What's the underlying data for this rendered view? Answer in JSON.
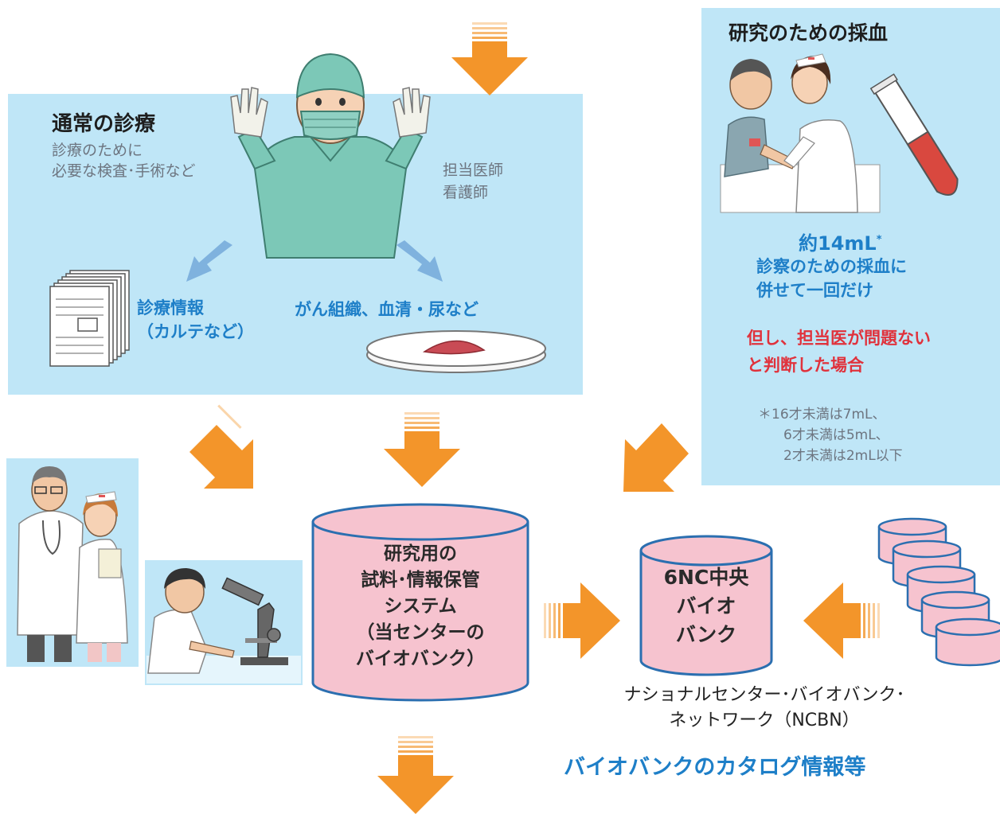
{
  "routine_care": {
    "title": "通常の診療",
    "desc": [
      "診療のために",
      "必要な検査･手術など"
    ],
    "staff": [
      "担当医師",
      "看護師"
    ],
    "medical_info": [
      "診療情報",
      "（カルテなど）"
    ],
    "specimens": "がん組織、血清・尿など"
  },
  "blood_draw": {
    "title": "研究のための採血",
    "amount": "約14mL",
    "amount_mark": "*",
    "timing": [
      "診察のための採血に",
      "併せて一回だけ"
    ],
    "condition": [
      "但し、担当医が問題ない",
      "と判断した場合"
    ],
    "note": [
      "＊16才未満は7mL、",
      "6才未満は5mL、",
      "2才未満は2mL以下"
    ]
  },
  "storage": {
    "lines": [
      "研究用の",
      "試料･情報保管",
      "システム",
      "（当センターの",
      "バイオバンク）"
    ]
  },
  "central_bank": {
    "lines": [
      "6NC中央",
      "バイオ",
      "バンク"
    ]
  },
  "network": {
    "name": [
      "ナショナルセンター･バイオバンク･",
      "ネットワーク（NCBN）"
    ],
    "catalog": "バイオバンクのカタログ情報等"
  },
  "colors": {
    "panel": "#bfe6f7",
    "arrow_orange": "#f3952a",
    "arrow_blue": "#7fb2de",
    "cylinder_fill": "#f6c3cf",
    "cylinder_stroke": "#2b6fb0"
  }
}
